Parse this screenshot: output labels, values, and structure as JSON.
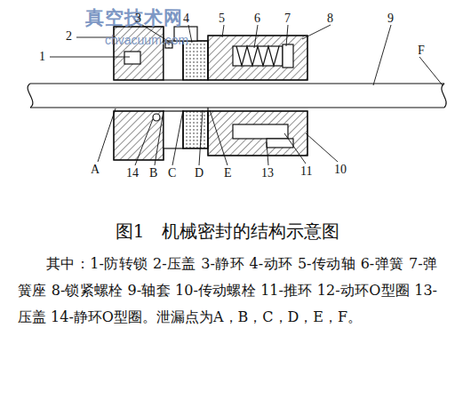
{
  "diagram": {
    "caption": "图1　机械密封的结构示意图",
    "labels": [
      "真空技术网",
      "chvacuum.com",
      "2",
      "1",
      "3",
      "4",
      "5",
      "6",
      "7",
      "8",
      "9",
      "F",
      "A",
      "14",
      "B",
      "C",
      "D",
      "E",
      "13",
      "11",
      "10",
      "其中：1-防转锁 2-压盖 3-静环 4-动环 5-传动轴 6-弹簧 7-弹簧座 8-锁紧螺栓 9-轴套 10-传动螺栓 11-推环 12-动环O型圈 13-压盖 14-静环O型圈。泄漏点为A，B，C，D，E，F。"
    ]
  }
}
